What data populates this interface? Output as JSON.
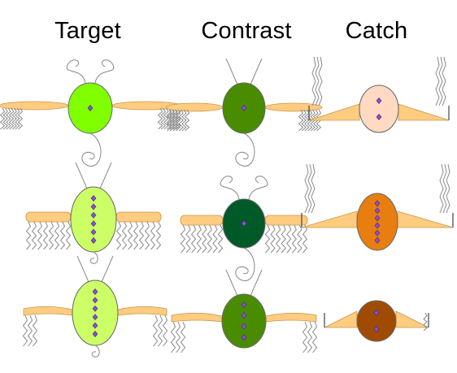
{
  "columns": [
    {
      "title": "Target"
    },
    {
      "title": "Contrast"
    },
    {
      "title": "Catch"
    }
  ],
  "creatures": [
    {
      "id": "target-1",
      "column": "Target",
      "body_color": "#80ff00",
      "dots": 1,
      "wings": "oval",
      "legs": "zigzag",
      "antennae": "loops",
      "tail": "spiral"
    },
    {
      "id": "target-2",
      "column": "Target",
      "body_color": "#ccff66",
      "dots": 6,
      "wings": "scalloped",
      "legs": "zigzag",
      "antennae": "straight",
      "tail": "spiral"
    },
    {
      "id": "target-3",
      "column": "Target",
      "body_color": "#ccff66",
      "dots": 6,
      "wings": "long-curved",
      "legs": "zigzag",
      "antennae": "straight",
      "tail": "spiral"
    },
    {
      "id": "contrast-1",
      "column": "Contrast",
      "body_color": "#4a8c00",
      "dots": 1,
      "wings": "oval",
      "legs": "zigzag",
      "antennae": "straight",
      "tail": "spiral"
    },
    {
      "id": "contrast-2",
      "column": "Contrast",
      "body_color": "#005a28",
      "dots": 1,
      "wings": "scalloped",
      "legs": "zigzag",
      "antennae": "loops",
      "tail": "spiral"
    },
    {
      "id": "contrast-3",
      "column": "Contrast",
      "body_color": "#4a8c00",
      "dots": 4,
      "wings": "long-curved",
      "legs": "zigzag",
      "antennae": "straight",
      "tail": "none"
    },
    {
      "id": "catch-1",
      "column": "Catch",
      "body_color": "#ffd9c2",
      "dots": 2,
      "wings": "triangle",
      "legs": "zigzag",
      "antennae": "none",
      "tail": "none"
    },
    {
      "id": "catch-2",
      "column": "Catch",
      "body_color": "#e87d10",
      "dots": 6,
      "wings": "triangle",
      "legs": "zigzag",
      "antennae": "none",
      "tail": "none"
    },
    {
      "id": "catch-3",
      "column": "Catch",
      "body_color": "#a04c00",
      "dots": 2,
      "wings": "triangle",
      "legs": "zigzag",
      "antennae": "none",
      "tail": "none"
    }
  ],
  "colors": {
    "wing": "#ffcc80",
    "wing_stroke": "#c8964a",
    "line": "#888888",
    "dot": "#8a4fd0",
    "dot_stroke": "#4a2a80"
  }
}
